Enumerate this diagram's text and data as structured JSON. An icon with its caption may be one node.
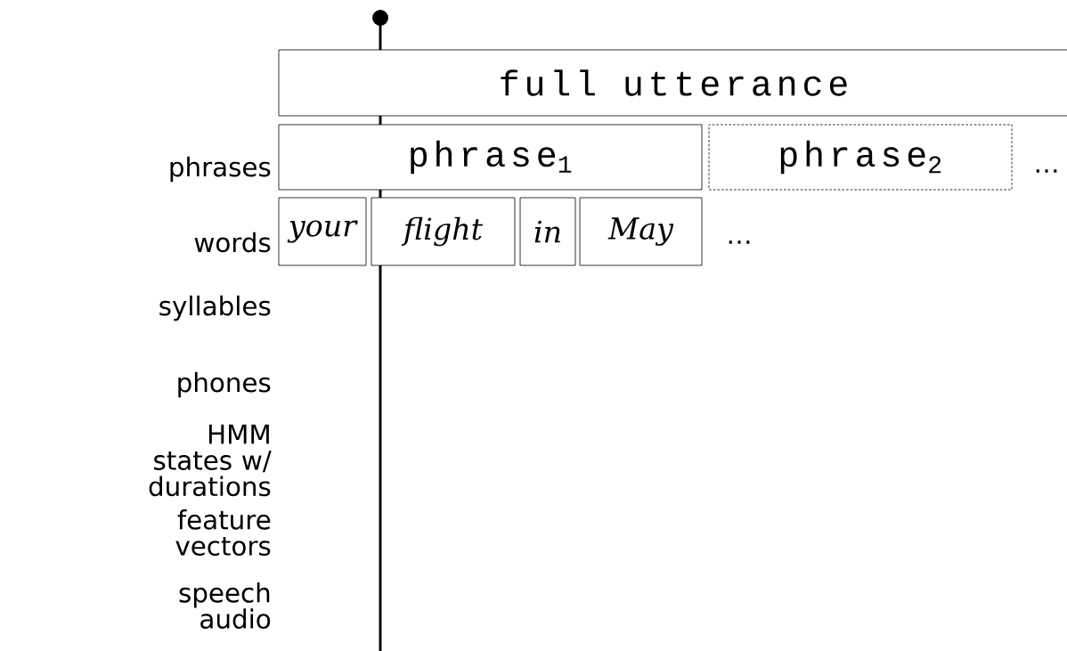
{
  "diagram": {
    "nodes": [
      {
        "text": [
          "full utterance"
        ]
      },
      {
        "text": [
          "phrase$_{1}$"
        ]
      },
      {
        "text": [
          "phrase$_{2}$"
        ]
      },
      {
        "text": [
          "your"
        ]
      },
      {
        "text": [
          "flight"
        ]
      },
      {
        "text": [
          "in"
        ]
      },
      {
        "text": [
          "May"
        ]
      }
    ],
    "labels": [
      "phrases",
      "…",
      "words",
      "…",
      "syllables",
      "phones",
      "HMM states w/ durations",
      "feature vectors",
      "speech audio"
    ]
  }
}
